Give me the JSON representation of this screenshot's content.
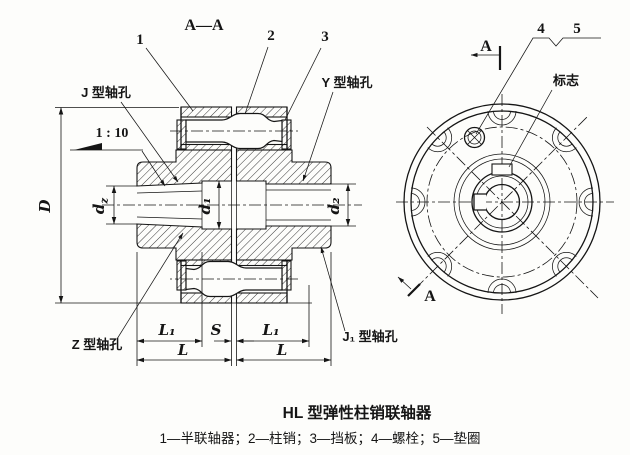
{
  "colors": {
    "ink": "#151515",
    "paper": "#fdfdfb"
  },
  "drawing": {
    "section_title": "A—A",
    "callout_1": "1",
    "callout_2": "2",
    "callout_3": "3",
    "callout_4": "4",
    "callout_5": "5",
    "label_j_hole": "J 型轴孔",
    "label_y_hole": "Y 型轴孔",
    "label_z_hole": "Z 型轴孔",
    "label_j1_hole": "J₁ 型轴孔",
    "label_taper": "1 : 10",
    "label_mark": "标志",
    "section_arrow_label": "A",
    "dim_D": "D",
    "dim_dz_base": "d",
    "dim_dz_sub": "z",
    "dim_d1": "d₁",
    "dim_d2": "d₂",
    "dim_L1": "L₁",
    "dim_S": "S",
    "dim_L": "L"
  },
  "caption": {
    "title": "HL 型弹性柱销联轴器",
    "legend": "1—半联轴器；2—柱销；3—挡板；4—螺栓；5—垫圈"
  }
}
